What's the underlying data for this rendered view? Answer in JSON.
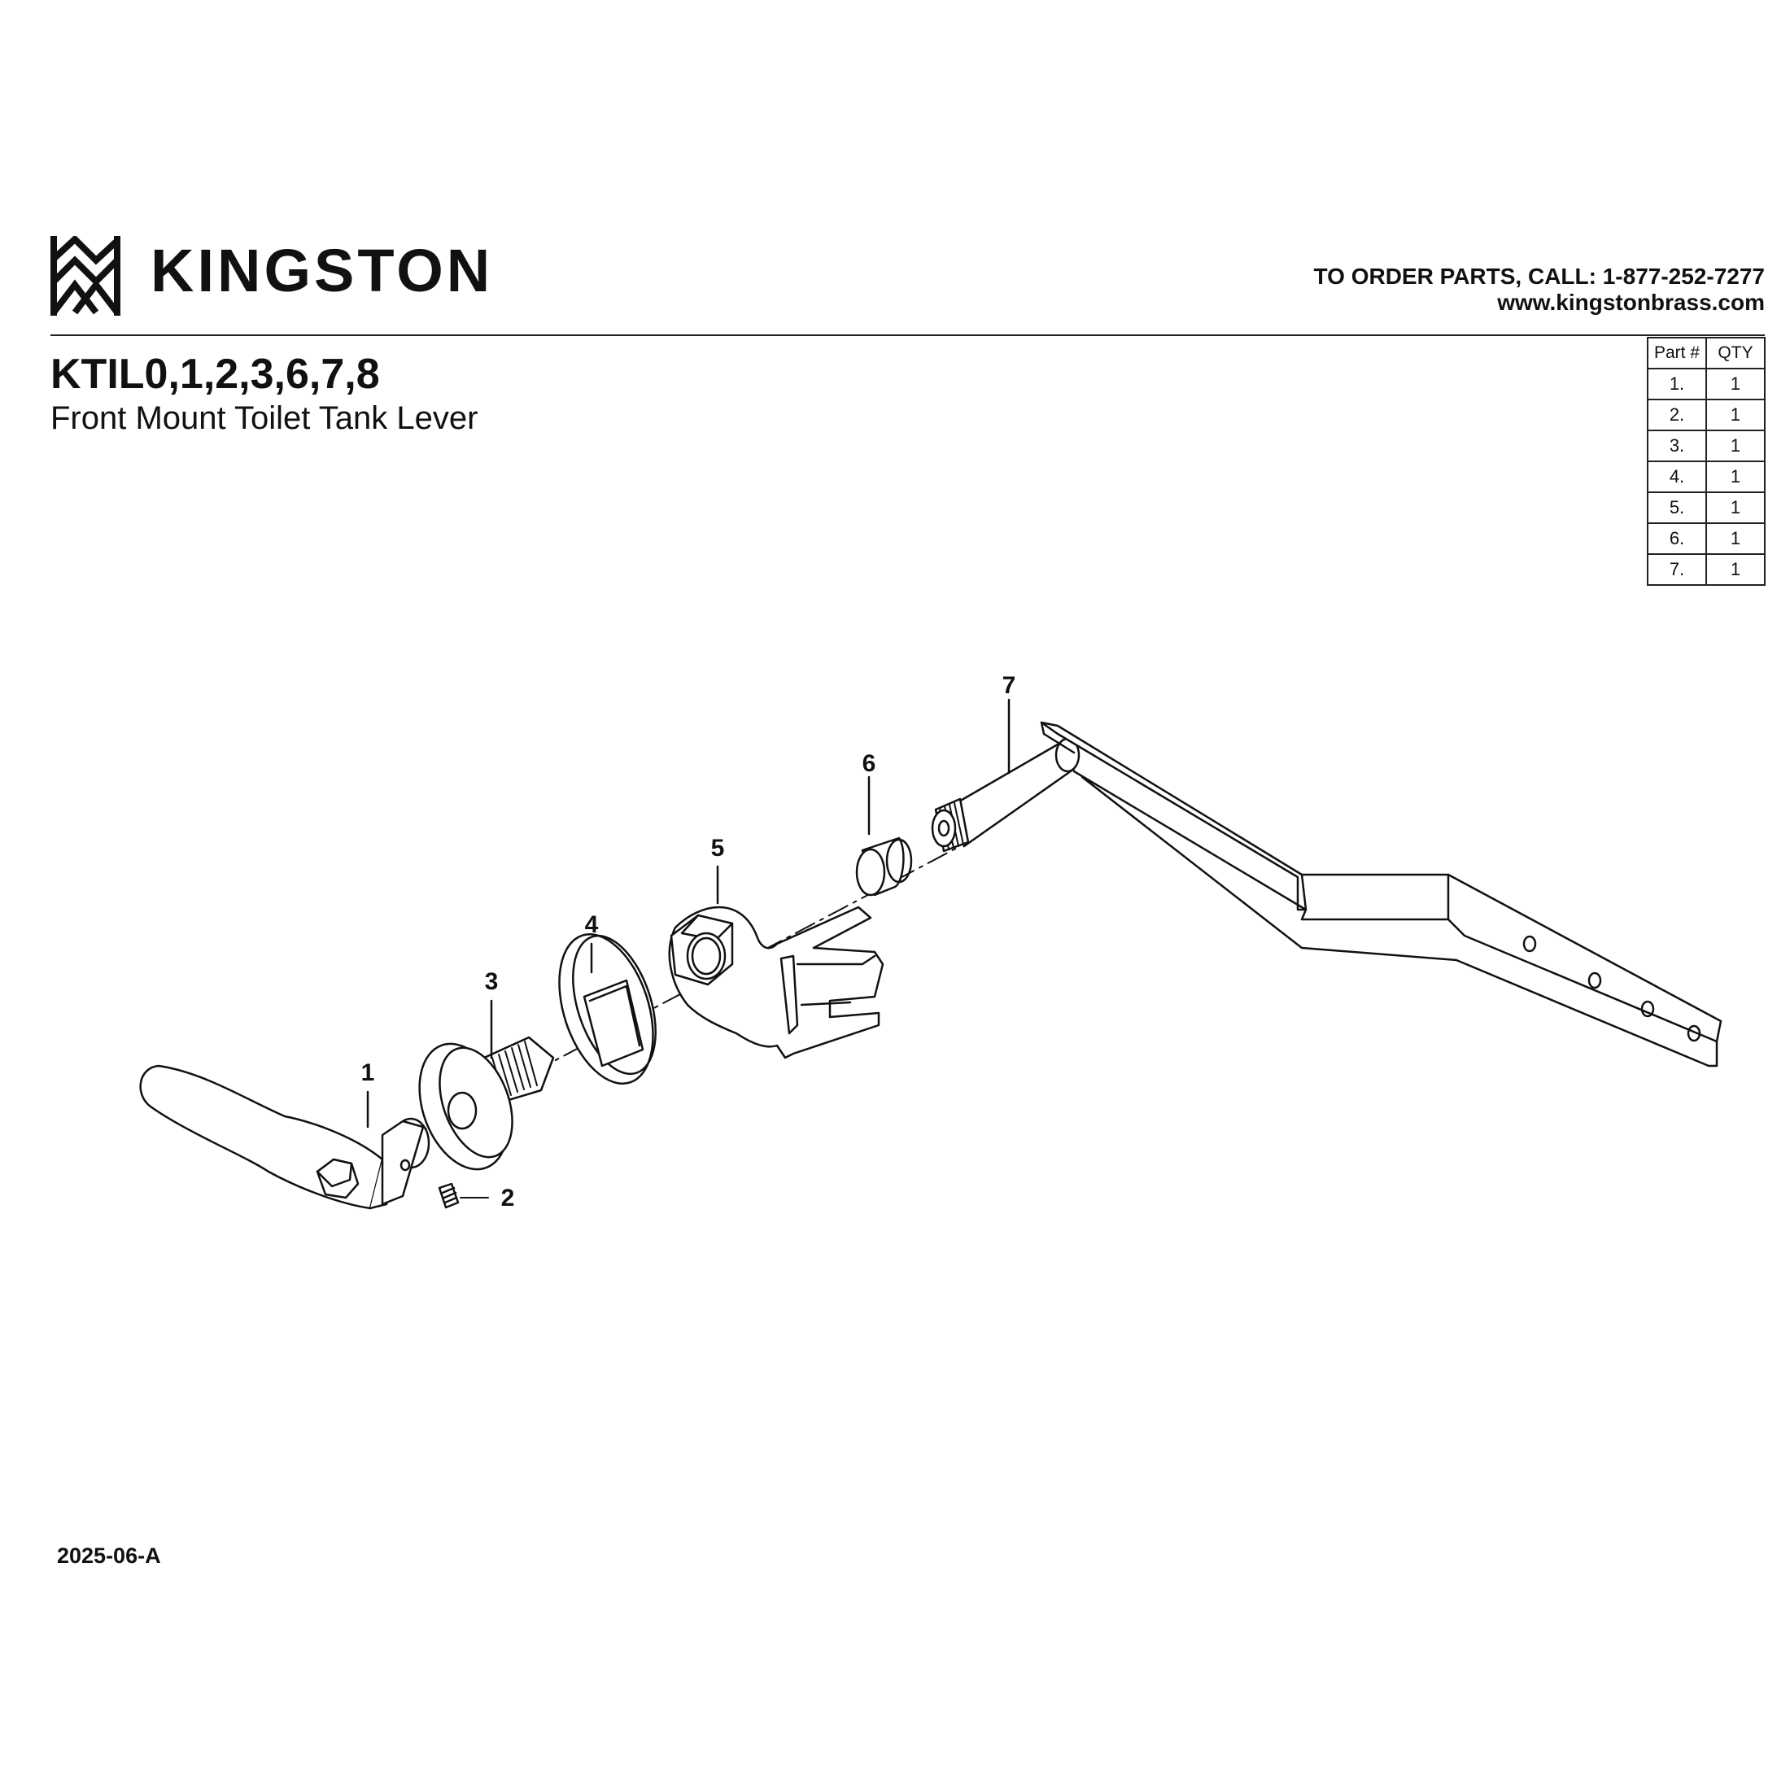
{
  "header": {
    "brand": "KINGSTON",
    "order_text": "TO ORDER PARTS, CALL: 1-877-252-7277",
    "website": "www.kingstonbrass.com"
  },
  "product": {
    "model": "KTIL0,1,2,3,6,7,8",
    "name": "Front Mount Toilet Tank Lever"
  },
  "parts_table": {
    "headers": [
      "Part #",
      "QTY"
    ],
    "rows": [
      {
        "part": "1.",
        "qty": "1"
      },
      {
        "part": "2.",
        "qty": "1"
      },
      {
        "part": "3.",
        "qty": "1"
      },
      {
        "part": "4.",
        "qty": "1"
      },
      {
        "part": "5.",
        "qty": "1"
      },
      {
        "part": "6.",
        "qty": "1"
      },
      {
        "part": "7.",
        "qty": "1"
      }
    ]
  },
  "callouts": [
    "1",
    "2",
    "3",
    "4",
    "5",
    "6",
    "7"
  ],
  "footer": {
    "revision": "2025-06-A"
  }
}
